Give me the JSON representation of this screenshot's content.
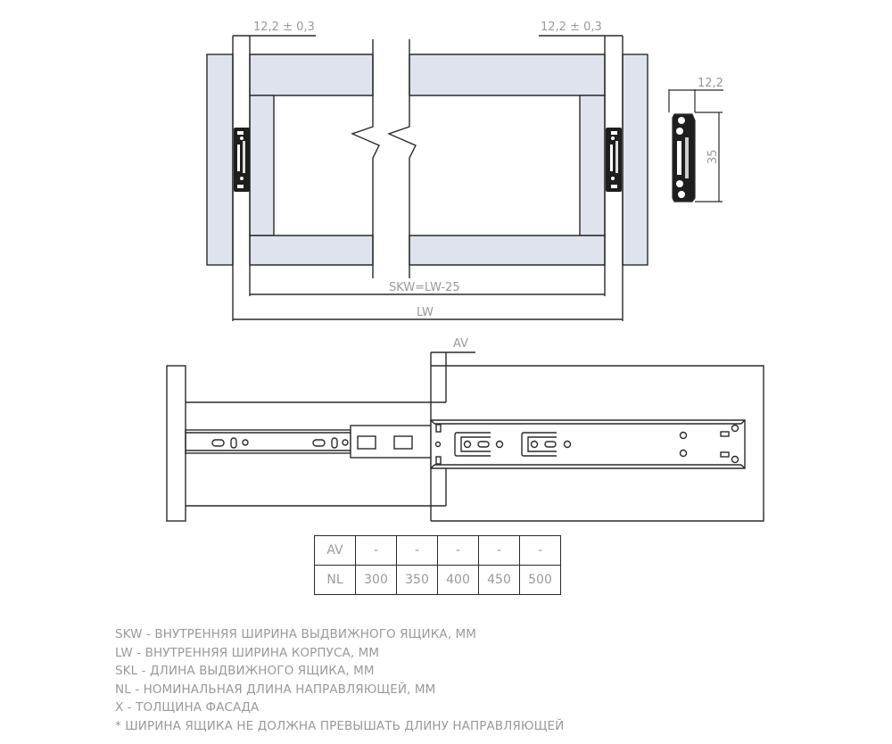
{
  "top_view": {
    "left_gap_dim": "12,2 ± 0,3",
    "right_gap_dim": "12,2 ± 0,3",
    "inner_width_dim": "SKW=LW-25",
    "cabinet_width_dim": "LW"
  },
  "profile_view": {
    "width_dim": "12,2",
    "height_dim": "35"
  },
  "side_view": {
    "offset_dim": "AV"
  },
  "spec_table": {
    "rows": [
      {
        "label": "AV",
        "values": [
          "-",
          "-",
          "-",
          "-",
          "-"
        ]
      },
      {
        "label": "NL",
        "values": [
          "300",
          "350",
          "400",
          "450",
          "500"
        ]
      }
    ]
  },
  "legend": {
    "lines": [
      "SKW - ВНУТРЕННЯЯ ШИРИНА ВЫДВИЖНОГО ЯЩИКА, ММ",
      "LW - ВНУТРЕННЯЯ ШИРИНА КОРПУСА, ММ",
      "SKL - ДЛИНА ВЫДВИЖНОГО ЯЩИКА, ММ",
      "NL - НОМИНАЛЬНАЯ ДЛИНА НАПРАВЛЯЮЩЕЙ, ММ",
      "X - ТОЛЩИНА ФАСАДА",
      "* ШИРИНА ЯЩИКА НЕ ДОЛЖНА ПРЕВЫШАТЬ ДЛИНУ НАПРАВЛЯЮЩЕЙ"
    ]
  },
  "colors": {
    "panel_fill": "#dfe4ec",
    "line": "#2a2a2a",
    "dim_text": "#9a9a9a"
  }
}
